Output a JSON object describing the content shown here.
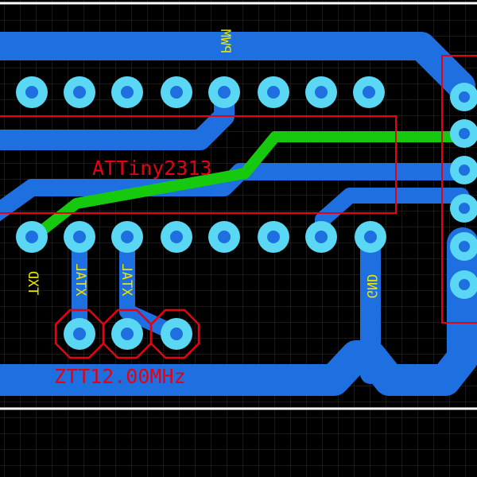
{
  "labels": {
    "chip": "ATTiny2313",
    "crystal": "ZTT12.00MHz",
    "pwm": "PWM",
    "txd": "TXD",
    "xtal1": "XTAL",
    "xtal2": "XTAL",
    "gnd": "GND"
  },
  "colors": {
    "background": "#000000",
    "grid": "#2f2f2f",
    "board_edge": "#ffffff",
    "copper_bottom": "#1e6fe0",
    "copper_top": "#16c80e",
    "pad": "#5ad7f2",
    "pad_hole": "#1e6fe0",
    "outline": "#e60012",
    "silkscreen": "#e6e600"
  }
}
